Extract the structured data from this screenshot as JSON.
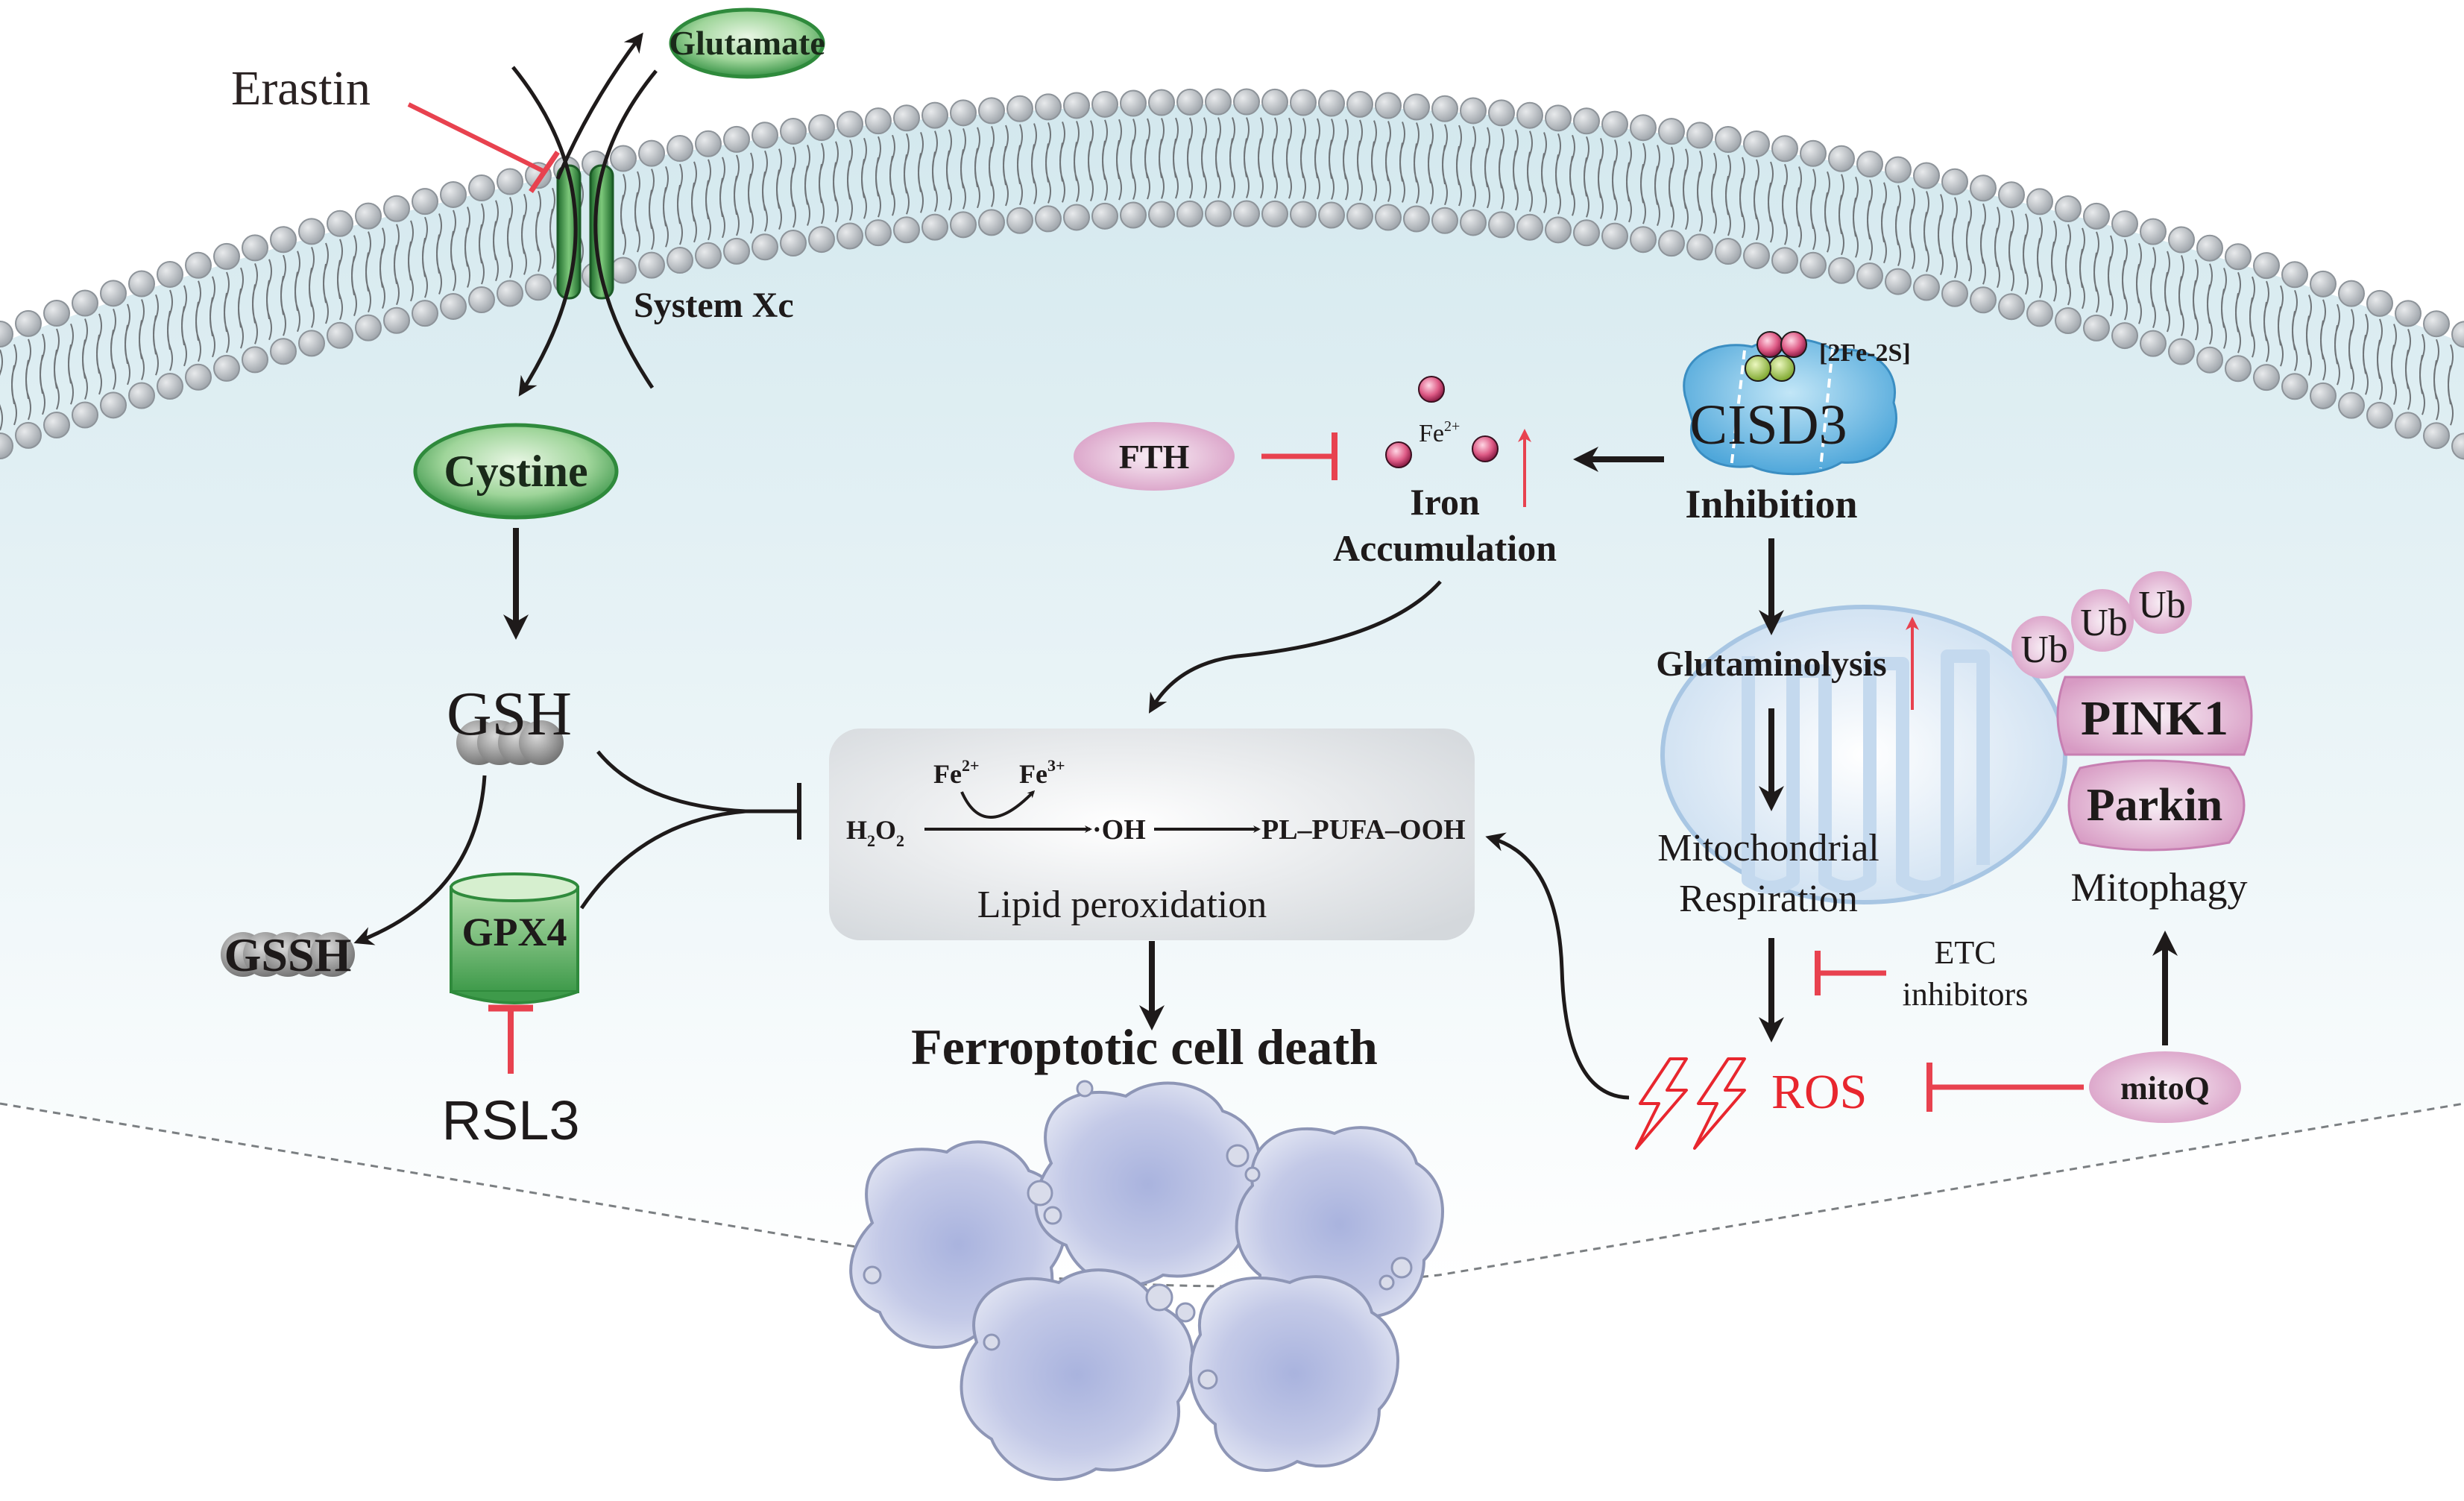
{
  "labels": {
    "erastin": "Erastin",
    "glutamate": "Glutamate",
    "system_xc": "System Xc",
    "cystine": "Cystine",
    "gsh": "GSH",
    "gssh": "GSSH",
    "gpx4": "GPX4",
    "rsl3": "RSL3",
    "fth": "FTH",
    "fe2_ion": "Fe",
    "fe2_sup": "2+",
    "iron": "Iron",
    "accumulation": "Accumulation",
    "cluster": "[2Fe-2S]",
    "cisd3": "CISD3",
    "inhibition": "Inhibition",
    "glutaminolysis": "Glutaminolysis",
    "mito_line1": "Mitochondrial",
    "mito_line2": "Respiration",
    "ub1": "Ub",
    "ub2": "Ub",
    "ub3": "Ub",
    "pink1": "PINK1",
    "parkin": "Parkin",
    "mitophagy": "Mitophagy",
    "etc_line1": "ETC",
    "etc_line2": "inhibitors",
    "ros": "ROS",
    "mitoq": "mitoQ",
    "fe2_rxn": "Fe",
    "fe2_rxn_sup": "2+",
    "fe3_rxn": "Fe",
    "fe3_rxn_sup": "3+",
    "h2o2_h": "H",
    "h2o2_sub": "2",
    "h2o2_o": "O",
    "h2o2_sub2": "2",
    "oh": "·OH",
    "pufa": "PL–PUFA–OOH",
    "lipid_peroxidation": "Lipid peroxidation",
    "ferroptotic": "Ferroptotic cell death"
  },
  "colors": {
    "inhibit_red": "#e8424f",
    "ros_red": "#e8262e",
    "arrow_black": "#1e1a1a",
    "green_dark": "#2f8a3c",
    "green_light": "#bfe3b8",
    "cisd3_blue": "#66b8e3",
    "pink_oval": "#e4b0d0",
    "cell_lavender": "#aab3dc",
    "lipid_head": "#b7bcc1"
  }
}
